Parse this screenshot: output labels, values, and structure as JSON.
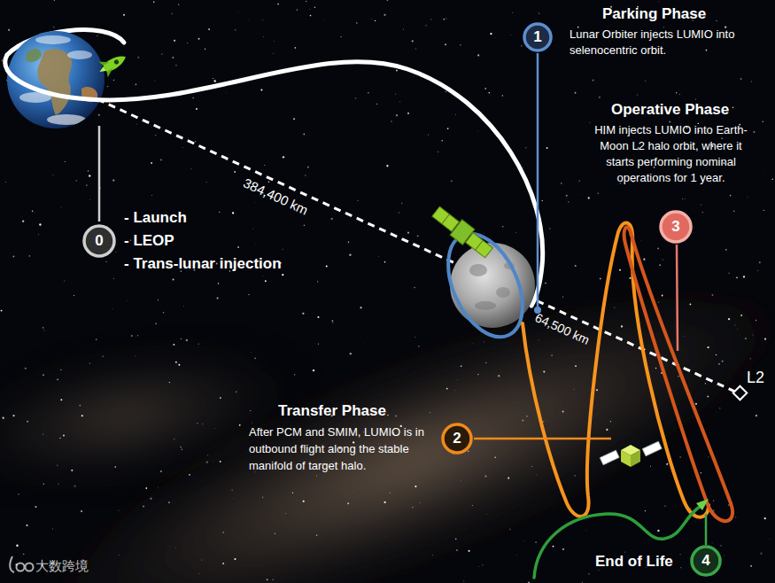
{
  "diagram": {
    "nodes": [
      {
        "text": [
          "0"
        ]
      },
      {
        "text": [
          "1"
        ]
      },
      {
        "text": [
          "2"
        ]
      },
      {
        "text": [
          "3"
        ]
      },
      {
        "text": [
          "4"
        ]
      }
    ],
    "labels": [
      "Parking Phase",
      "Lunar Orbiter injects LUMIO into selenocentric orbit.",
      "Operative Phase",
      "HIM injects LUMIO into Earth-Moon L2 halo orbit, where it starts performing nominal operations for 1 year.",
      "- Launch",
      "- LEOP",
      "- Trans-lunar injection",
      "384,400 km",
      "64,500 km",
      "L2",
      "Transfer Phase",
      "After PCM and SMIM, LUMIO is in outbound flight along the stable manifold of target halo.",
      "End of Life",
      "大数跨境"
    ]
  }
}
